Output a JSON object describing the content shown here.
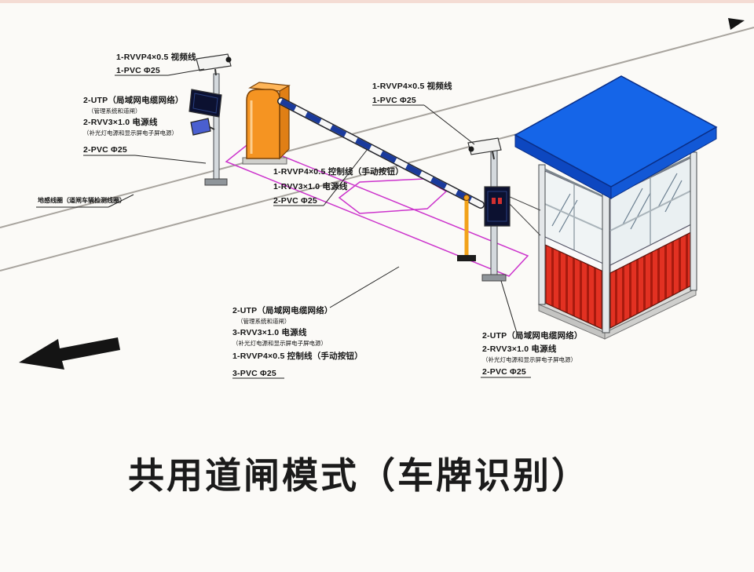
{
  "page": {
    "title": "共用道闸模式（车牌识别）"
  },
  "callouts": {
    "camera1": {
      "lines": [
        "1-RVVP4×0.5 视频线",
        "1-PVC Φ25"
      ]
    },
    "pole1": {
      "lines": [
        "2-UTP（局域网电缆网络）",
        "（管理系统和道闸）",
        "2-RVV3×1.0 电源线",
        "（补光灯电源和显示屏电子屏电源）",
        "2-PVC Φ25"
      ]
    },
    "loop": {
      "lines": [
        "地感线圈（道闸车辆检测线圈）"
      ]
    },
    "barrier_arm": {
      "lines": [
        "1-RVVP4×0.5 控制线（手动按钮）",
        "1-RVV3×1.0 电源线",
        "2-PVC Φ25"
      ]
    },
    "camera2": {
      "lines": [
        "1-RVVP4×0.5 视频线",
        "1-PVC Φ25"
      ]
    },
    "zone": {
      "lines": [
        "2-UTP（局域网电缆网络）",
        "（管理系统和道闸）",
        "3-RVV3×1.0 电源线",
        "（补光灯电源和显示屏电子屏电源）",
        "1-RVVP4×0.5 控制线（手动按钮）",
        "3-PVC Φ25"
      ]
    },
    "booth": {
      "lines": [
        "2-UTP（局域网电缆网络）",
        "2-RVV3×1.0 电源线",
        "（补光灯电源和显示屏电子屏电源）",
        "2-PVC Φ25"
      ]
    }
  },
  "colors": {
    "roof": "#1565e8",
    "roof_edge": "#0d47c0",
    "wall_red": "#e23122",
    "wall_stripe": "#a81a0e",
    "cabinet": "#f59422",
    "zone": "#cc33cc",
    "arm_stripe": "#1a3a9c",
    "floodlight": "#4a5fd0"
  }
}
